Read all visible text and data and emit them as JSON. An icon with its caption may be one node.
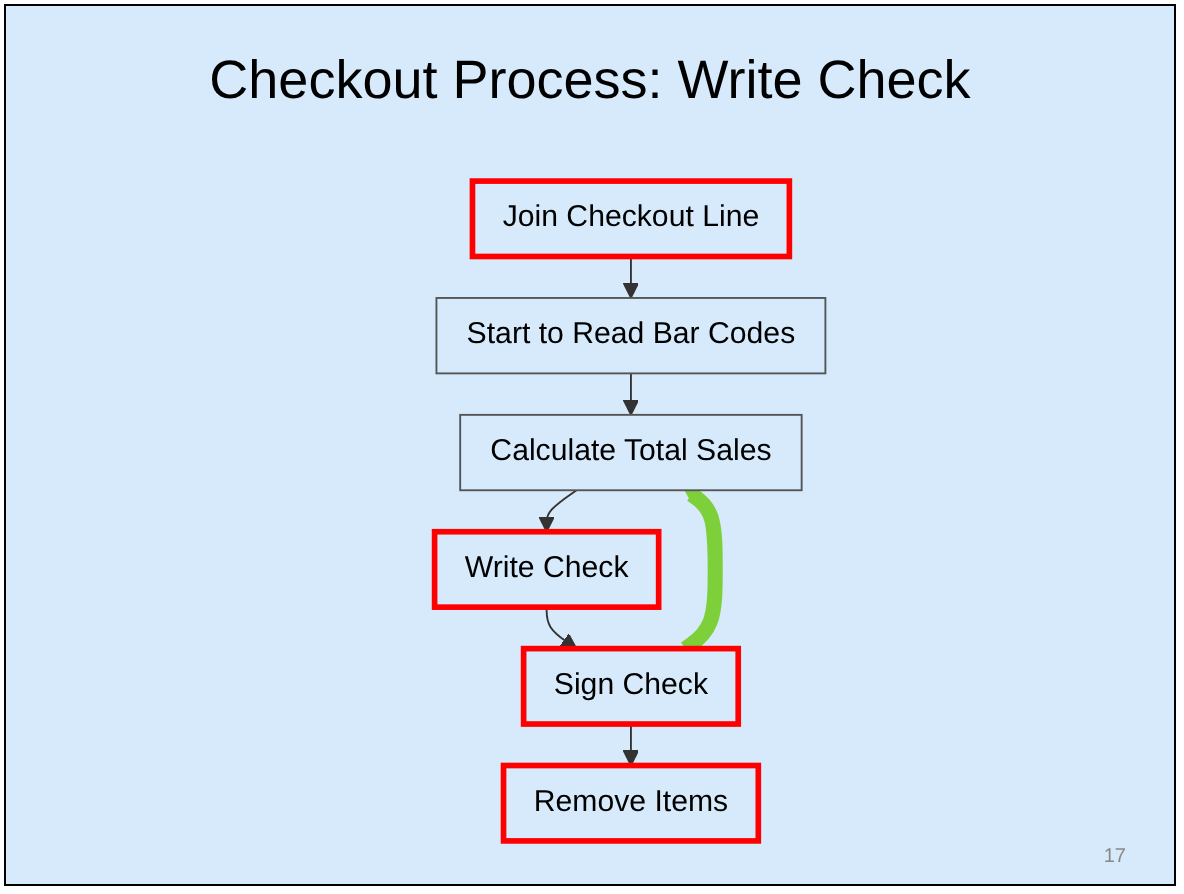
{
  "diagram": {
    "title": "Checkout Process: Write Check",
    "nodes": [
      {
        "text": [
          "Join Checkout Line"
        ]
      },
      {
        "text": [
          "Start to Read Bar Codes"
        ]
      },
      {
        "text": [
          "Calculate Total Sales"
        ]
      },
      {
        "text": [
          "Write Check"
        ]
      },
      {
        "text": [
          "Sign Check"
        ]
      },
      {
        "text": [
          "Remove Items"
        ]
      }
    ],
    "edges": [
      {
        "from": 0,
        "to": 1,
        "arrow": "to"
      },
      {
        "from": 1,
        "to": 2,
        "arrow": "to"
      },
      {
        "from": 2,
        "to": 3,
        "arrow": "to"
      },
      {
        "from": 3,
        "to": 4,
        "arrow": "to"
      },
      {
        "from": 4,
        "to": 5,
        "arrow": "to"
      },
      {
        "from": 4,
        "to": 2,
        "arrow": "to",
        "style": "thick",
        "color": "#7ed03a"
      }
    ],
    "labels": [
      "17"
    ]
  }
}
